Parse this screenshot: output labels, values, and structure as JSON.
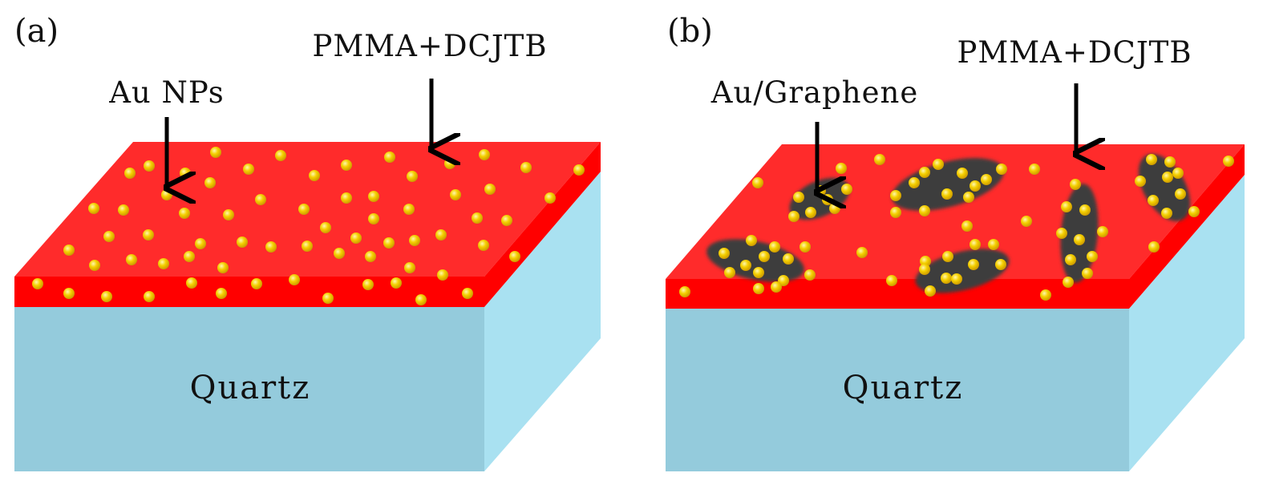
{
  "panels": [
    {
      "letter": "(a)",
      "labels": {
        "coating": "PMMA+DCJTB",
        "particles": "Au NPs",
        "substrate": "Quartz"
      }
    },
    {
      "letter": "(b)",
      "labels": {
        "coating": "PMMA+DCJTB",
        "particles": "Au/Graphene",
        "substrate": "Quartz"
      }
    }
  ],
  "colors": {
    "coating_top": "#ff2b2b",
    "coating_edge": "#ff0000",
    "substrate_front": "#94cbdc",
    "substrate_side": "#a9e1f1",
    "nanoparticle": "#f5d000",
    "graphene": "#3d3d3d",
    "arrow": "#000000"
  }
}
